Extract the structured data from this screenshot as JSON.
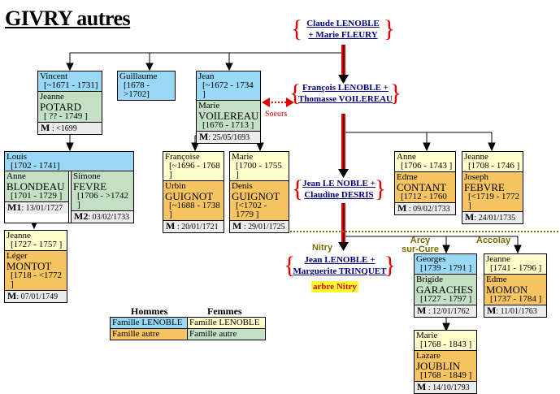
{
  "title": "GIVRY autres",
  "couples": {
    "root": {
      "line1": "Claude LENOBLE",
      "line2": "+ Marie FLEURY"
    },
    "francois": {
      "line1": "François LENOBLE +",
      "line2": "Thomasse VOILEREAU"
    },
    "jean": {
      "line1": "Jean LE NOBLE +",
      "line2": "Claudine DESRIS"
    },
    "nitry": {
      "line1": "Jean LENOBLE +",
      "line2": "Marguerite TRINQUET"
    }
  },
  "labels": {
    "soeurs": "Soeurs",
    "nitry_place": "Nitry",
    "arcy_place_1": "Arcy",
    "arcy_place_2": "sur-Cure",
    "accolay_place": "Accolay",
    "arbre_nitry": "arbre Nitry"
  },
  "cards": {
    "vincent": {
      "first": "Vincent",
      "dates": "[~1671 - 1731]",
      "spouse_first": "Jeanne",
      "spouse_last": "POTARD",
      "spouse_dates": "[ ?? - 1749 ]",
      "m_label": "M",
      "m_date": ": <1699"
    },
    "guillaume": {
      "first": "Guillaume",
      "dates": "[1678 - >1702]"
    },
    "jean_v": {
      "first": "Jean",
      "dates": "[~1672 - 1734 ]",
      "spouse_first": "Marie",
      "spouse_last": "VOILEREAU",
      "spouse_dates": "[1676 - 1713 ]",
      "m_label": "M",
      "m_date": ": 25/05/1693"
    },
    "louis": {
      "first": "Louis",
      "dates": "[1702 - 1741]",
      "spouse1_first": "Anne",
      "spouse1_last": "BLONDEAU",
      "spouse1_dates": "[1701 - 1729 ]",
      "m1_label": "M1",
      "m1_date": ": 13/01/1727",
      "spouse2_first": "Simone",
      "spouse2_last": "FEVRE",
      "spouse2_dates": "[1706 - >1742 ]",
      "m2_label": "M2",
      "m2_date": ": 03/02/1733"
    },
    "francoise": {
      "first": "Françoise",
      "dates": "[~1696 - 1768 ]",
      "spouse_first": "Urbin",
      "spouse_last": "GUIGNOT",
      "spouse_dates": "[~1688 - 1738 ]",
      "m_label": "M",
      "m_date": ": 20/01/1721"
    },
    "marie_g": {
      "first": "Marie",
      "dates": "[1700 - 1755 ]",
      "spouse_first": "Denis",
      "spouse_last": "GUIGNOT",
      "spouse_dates": "[<1702 - 1779 ]",
      "m_label": "M",
      "m_date": ": 29/01/1725"
    },
    "anne_c": {
      "first": "Anne",
      "dates": "[1706 - 1743 ]",
      "spouse_first": "Edme",
      "spouse_last": "CONTANT",
      "spouse_dates": "[1712 - 1760",
      "m_label": "M",
      "m_date": ": 09/02/1733"
    },
    "jeanne_f": {
      "first": "Jeanne",
      "dates": "[1708 - 1746 ]",
      "spouse_first": "Joseph",
      "spouse_last": "FEBVRE",
      "spouse_dates": "[<1719 - 1772 ]",
      "m_label": "M",
      "m_date": ": 24/01/1735"
    },
    "jeanne_m": {
      "first": "Jeanne",
      "dates": "[1727 - 1757 ]",
      "spouse_first": "Léger",
      "spouse_last": "MONTOT",
      "spouse_dates": "[1718 - <1772 ]",
      "m_label": "M",
      "m_date": ": 07/01/1749"
    },
    "georges": {
      "first": "Georges",
      "dates": "[1739 - 1791 ]",
      "spouse_first": "Brigide",
      "spouse_last": "GARACHES",
      "spouse_dates": "[1727 - 1797 ]",
      "m_label": "M",
      "m_date": ": 12/01/1762"
    },
    "jeanne_mo": {
      "first": "Jeanne",
      "dates": "[1741 - 1796 ]",
      "spouse_first": "Edme",
      "spouse_last": "MOMON",
      "spouse_dates": "[1737 - 1784 ]",
      "m_label": "M",
      "m_date": ": 11/01/1763"
    },
    "marie_j": {
      "first": "Marie",
      "dates": "[1768 - 1843 ]",
      "spouse_first": "Lazare",
      "spouse_last": "JOUBLIN",
      "spouse_dates": "[1768 - 1849 ]",
      "m_label": "M",
      "m_date": ": 14/10/1793"
    }
  },
  "legend": {
    "hommes": "Hommes",
    "femmes": "Femmes",
    "h_lenoble": "Famille LENOBLE",
    "h_autre": "Famille autre",
    "f_lenoble": "Famille LENOBLE",
    "f_autre": "Famille autre",
    "colors": {
      "male_lenoble": "#99d9f7",
      "female_lenoble": "#ffffcc",
      "other_male_spouse": "#f7c464",
      "other_female_spouse": "#c4e0c4"
    }
  }
}
